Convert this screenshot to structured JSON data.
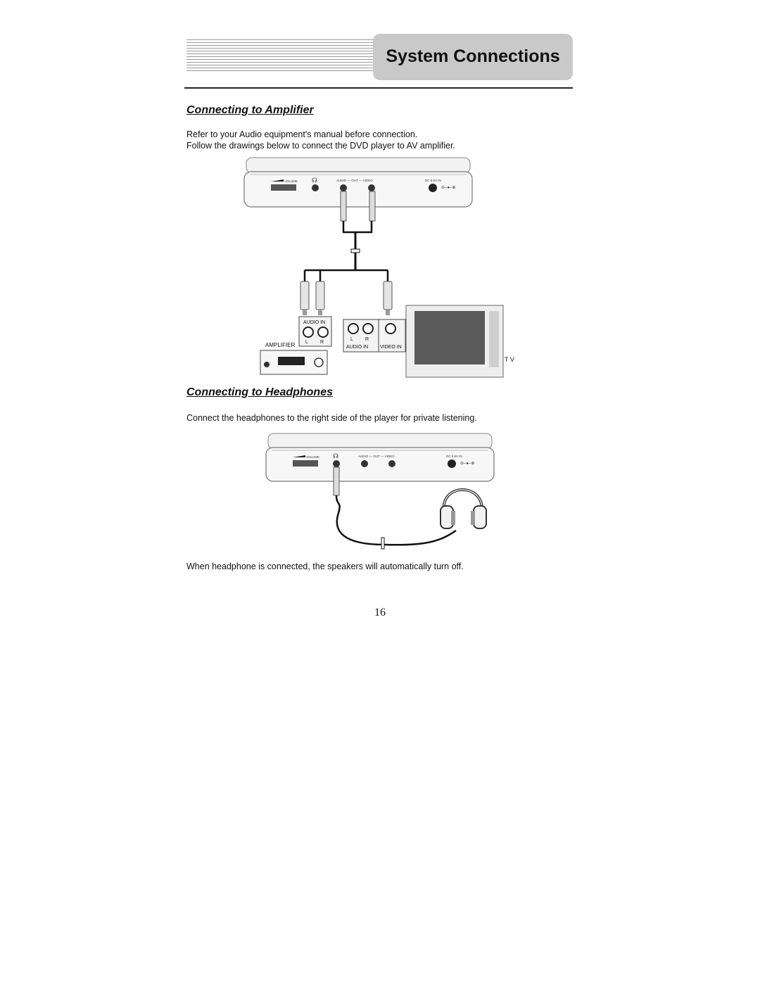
{
  "header": {
    "title": "System Connections"
  },
  "amplifier_section": {
    "title": "Connecting to Amplifier",
    "lines": [
      "Refer to your Audio equipment's manual before connection.",
      "Follow the drawings below to connect the DVD player to AV amplifier."
    ],
    "figure": {
      "player_labels": {
        "volume": "VOLUME",
        "audio_out_video": "AUDIO — OUT — VIDEO",
        "dc_in": "DC 9.5V IN"
      },
      "amp_labels": {
        "audio_in": "AUDIO IN",
        "left": "L",
        "right": "R",
        "amplifier": "AMPLIFIER"
      },
      "tv_labels": {
        "left": "L",
        "right": "R",
        "audio_in": "AUDIO IN",
        "video_in": "VIDEO IN",
        "tv": "T V"
      }
    }
  },
  "headphones_section": {
    "title": "Connecting to Headphones",
    "line": "Connect the headphones to the right side of the player for private listening.",
    "figure": {
      "player_labels": {
        "volume": "VOLUME",
        "audio_out_video": "AUDIO — OUT — VIDEO",
        "dc_in": "DC 9.5V IN"
      }
    },
    "note": "When headphone is connected, the speakers will automatically turn off."
  },
  "footer": {
    "page_number": "16"
  },
  "colors": {
    "header_box": "#c9c9c9",
    "text": "#111111",
    "header_lines": "#9a9a9a"
  }
}
